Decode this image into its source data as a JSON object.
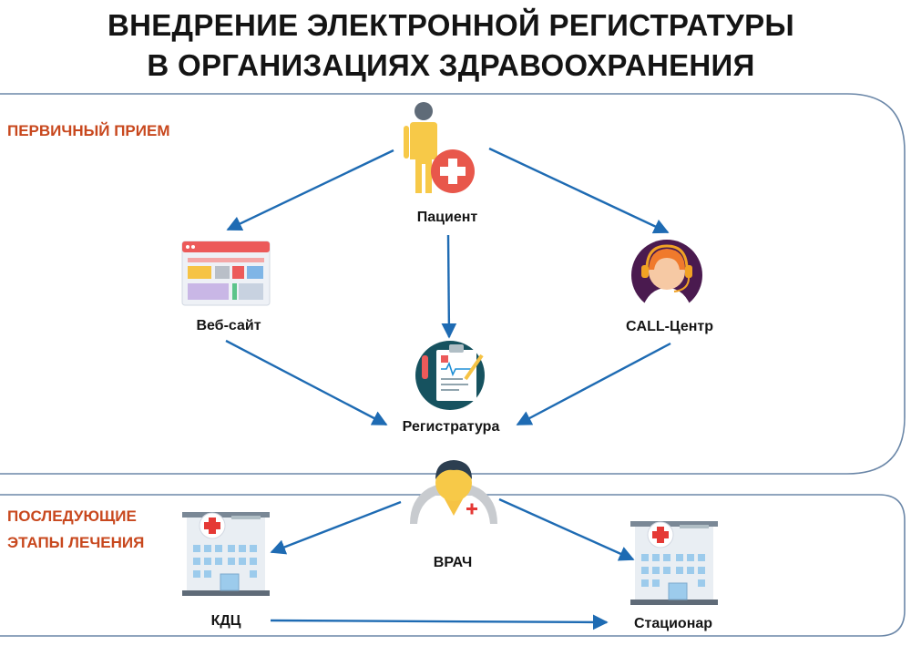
{
  "title": {
    "line1": "ВНЕДРЕНИЕ ЭЛЕКТРОННОЙ РЕГИСТРАТУРЫ",
    "line2": "В ОРГАНИЗАЦИЯХ ЗДРАВООХРАНЕНИЯ"
  },
  "sections": {
    "primary": "ПЕРВИЧНЫЙ ПРИЕМ",
    "followup_line1": "ПОСЛЕДУЮЩИЕ",
    "followup_line2": "ЭТАПЫ ЛЕЧЕНИЯ"
  },
  "nodes": {
    "patient": "Пациент",
    "website": "Веб-сайт",
    "call_center": "CALL-Центр",
    "registry": "Регистратура",
    "doctor": "ВРАЧ",
    "kdc": "КДЦ",
    "hospital": "Стационар"
  },
  "icons": {
    "patient": "patient-figure-icon",
    "website": "web-page-icon",
    "call_center": "call-center-operator-icon",
    "registry": "medical-clipboard-icon",
    "doctor": "doctor-avatar-icon",
    "kdc": "clinic-building-icon",
    "hospital": "hospital-building-icon"
  },
  "colors": {
    "arrow": "#1e6bb3",
    "frame": "#6b87a8",
    "section_label": "#c8481e",
    "medical_cross": "#e53935"
  }
}
